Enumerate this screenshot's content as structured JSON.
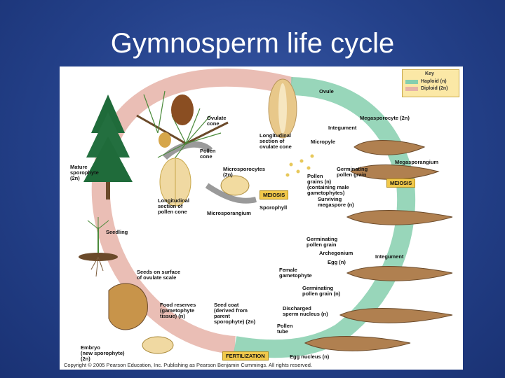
{
  "slide": {
    "title": "Gymnosperm life cycle"
  },
  "key": {
    "title": "Key",
    "haploid": "Haploid (n)",
    "diploid": "Diploid (2n)",
    "haploid_color": "#86cfae",
    "diploid_color": "#e6b3a8"
  },
  "labels": {
    "ovule": "Ovule",
    "ovulate_cone": "Ovulate\ncone",
    "megasporocyte": "Megasporocyte (2n)",
    "integument_top": "Integument",
    "longitudinal_ovulate": "Longitudinal\nsection of\novulate cone",
    "micropyle": "Micropyle",
    "megasporangium": "Megasporangium",
    "pollen_cone": "Pollen\ncone",
    "mature_sporophyte": "Mature\nsporophyte\n(2n)",
    "microsporocytes": "Microsporocytes\n(2n)",
    "germinating_pollen_top": "Germinating\npollen grain",
    "pollen_grains": "Pollen\ngrains (n)\n(containing male\ngametophytes)",
    "longitudinal_pollen": "Longitudinal\nsection of\npollen cone",
    "sporophyll": "Sporophyll",
    "microsporangium": "Microsporangium",
    "surviving_megaspore": "Surviving\nmegaspore (n)",
    "seedling": "Seedling",
    "germinating_pollen_mid": "Germinating\npollen grain",
    "archegonium": "Archegonium",
    "integument_mid": "Integument",
    "egg": "Egg (n)",
    "female_gametophyte": "Female\ngametophyte",
    "seeds_on_scale": "Seeds on surface\nof ovulate scale",
    "germinating_pollen_low": "Germinating\npollen grain (n)",
    "food_reserves": "Food reserves\n(gametophyte\ntissue) (n)",
    "seed_coat": "Seed coat\n(derived from\nparent\nsporophyte) (2n)",
    "discharged_sperm": "Discharged\nsperm nucleus (n)",
    "pollen_tube": "Pollen\ntube",
    "embryo": "Embryo\n(new sporophyte)\n(2n)",
    "egg_nucleus": "Egg nucleus (n)"
  },
  "boxes": {
    "meiosis_left": "MEIOSIS",
    "meiosis_right": "MEIOSIS",
    "fertilization": "FERTILIZATION"
  },
  "copyright": "Copyright © 2005 Pearson Education, Inc. Publishing as Pearson Benjamin Cummings. All rights reserved."
}
